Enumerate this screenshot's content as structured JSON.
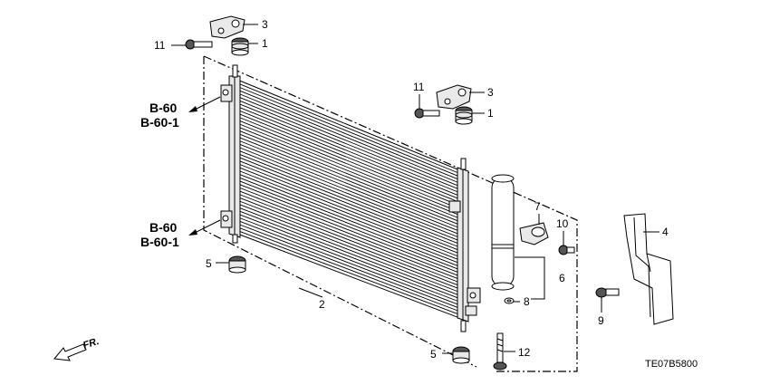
{
  "callouts": {
    "c1a": "1",
    "c1b": "1",
    "c2": "2",
    "c3a": "3",
    "c3b": "3",
    "c4": "4",
    "c5a": "5",
    "c5b": "5",
    "c6": "6",
    "c7": "7",
    "c8": "8",
    "c9": "9",
    "c10": "10",
    "c11a": "11",
    "c11b": "11",
    "c12": "12"
  },
  "references": {
    "upper_a": "B-60",
    "upper_b": "B-60-1",
    "lower_a": "B-60",
    "lower_b": "B-60-1"
  },
  "direction": {
    "label": "FR."
  },
  "diagram_code": "TE07B5800",
  "icons": [
    "front-direction-arrow-icon",
    "reference-arrow-icon"
  ]
}
